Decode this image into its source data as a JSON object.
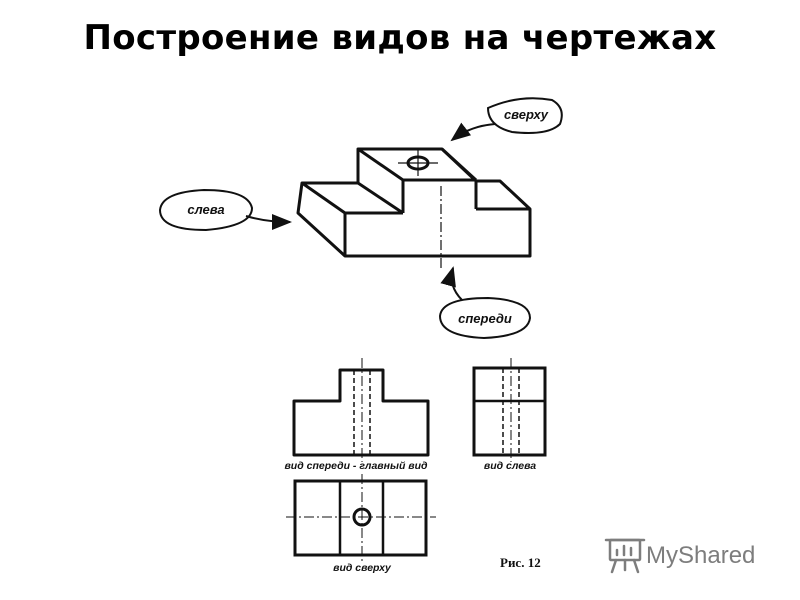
{
  "title": "Построение видов на чертежах",
  "callouts": {
    "top": "сверху",
    "left": "слева",
    "front": "спереди"
  },
  "captions": {
    "front_view": "вид спереди - главный вид",
    "left_view": "вид слева",
    "top_view": "вид сверху",
    "figure": "Рис. 12"
  },
  "watermark": {
    "text": "MyShared",
    "icon": "presentation-board-icon"
  },
  "colors": {
    "ink": "#111111",
    "watermark": "#7d7d7d"
  }
}
